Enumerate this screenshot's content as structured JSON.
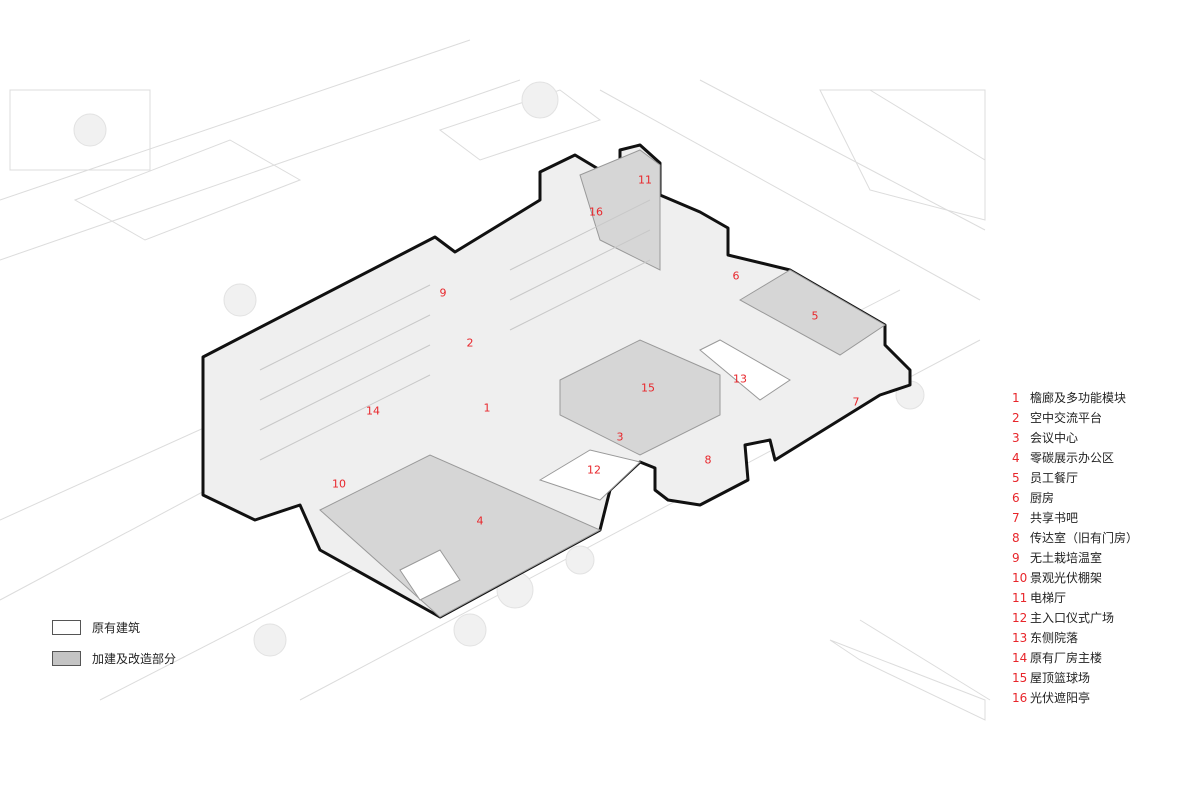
{
  "markers": [
    "11",
    "16",
    "6",
    "5",
    "9",
    "2",
    "15",
    "13",
    "1",
    "14",
    "7",
    "3",
    "8",
    "12",
    "10",
    "4"
  ],
  "legend": [
    {
      "n": "1",
      "label": "檐廊及多功能模块"
    },
    {
      "n": "2",
      "label": "空中交流平台"
    },
    {
      "n": "3",
      "label": "会议中心"
    },
    {
      "n": "4",
      "label": "零碳展示办公区"
    },
    {
      "n": "5",
      "label": "员工餐厅"
    },
    {
      "n": "6",
      "label": "厨房"
    },
    {
      "n": "7",
      "label": "共享书吧"
    },
    {
      "n": "8",
      "label": "传达室（旧有门房）"
    },
    {
      "n": "9",
      "label": "无土栽培温室"
    },
    {
      "n": "10",
      "label": "景观光伏棚架"
    },
    {
      "n": "11",
      "label": "电梯厅"
    },
    {
      "n": "12",
      "label": "主入口仪式广场"
    },
    {
      "n": "13",
      "label": "东侧院落"
    },
    {
      "n": "14",
      "label": "原有厂房主楼"
    },
    {
      "n": "15",
      "label": "屋顶篮球场"
    },
    {
      "n": "16",
      "label": "光伏遮阳亭"
    }
  ],
  "key": {
    "existing": "原有建筑",
    "added": "加建及改造部分"
  },
  "colors": {
    "marker": "#e8262b",
    "added_fill": "#c4c4c4"
  }
}
